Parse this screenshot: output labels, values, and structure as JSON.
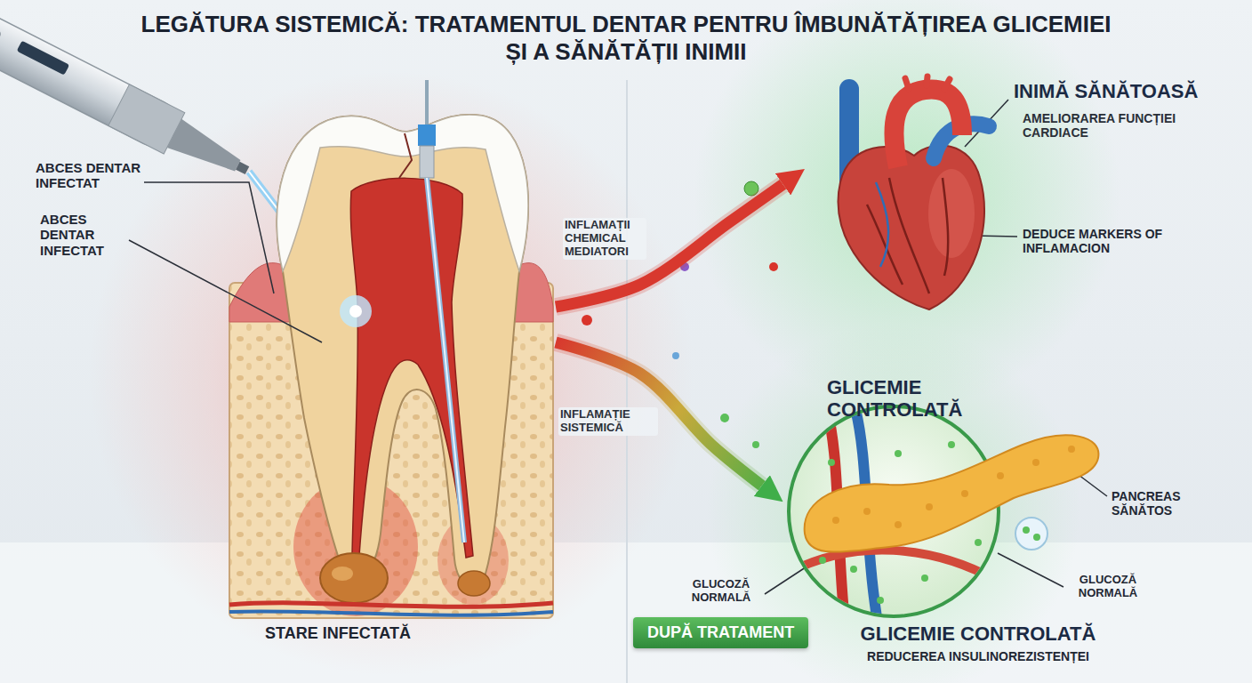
{
  "diagram": {
    "title": "LEGĂTURA SISTEMICĂ: TRATAMENTUL DENTAR PENTRU ÎMBUNĂTĂȚIREA GLICEMIEI ȘI A SĂNĂTĂȚII INIMII",
    "nodes": [
      {
        "text": [
          "STARE INFECTATĂ"
        ]
      },
      {
        "text": [
          "INIMĂ SĂNĂTOASĂ",
          "AMELIORAREA FUNCȚIEI CARDIACE"
        ]
      },
      {
        "text": [
          "GLICEMIE CONTROLATĂ"
        ]
      },
      {
        "text": [
          "DUPĂ TRATAMENT"
        ]
      }
    ],
    "edges": [
      {
        "from": 0,
        "to": 1,
        "label": "INFLAMAȚII CHEMICAL MEDIATORI",
        "arrow": "to"
      },
      {
        "from": 0,
        "to": 2,
        "label": "INFLAMAȚIE SISTEMICĂ",
        "arrow": "to"
      }
    ],
    "labels": [
      "ABCES DENTAR INFECTAT",
      "ABCES DENTAR INFECTAT",
      "DEDUCE MARKERS OF INFLAMACION",
      "PANCREAS SĂNĂTOS",
      "GLUCOZĂ NORMALĂ",
      "GLUCOZĂ NORMALĂ",
      "GLICEMIE CONTROLATĂ",
      "REDUCEREA INSULINOREZISTENȚEI"
    ]
  }
}
